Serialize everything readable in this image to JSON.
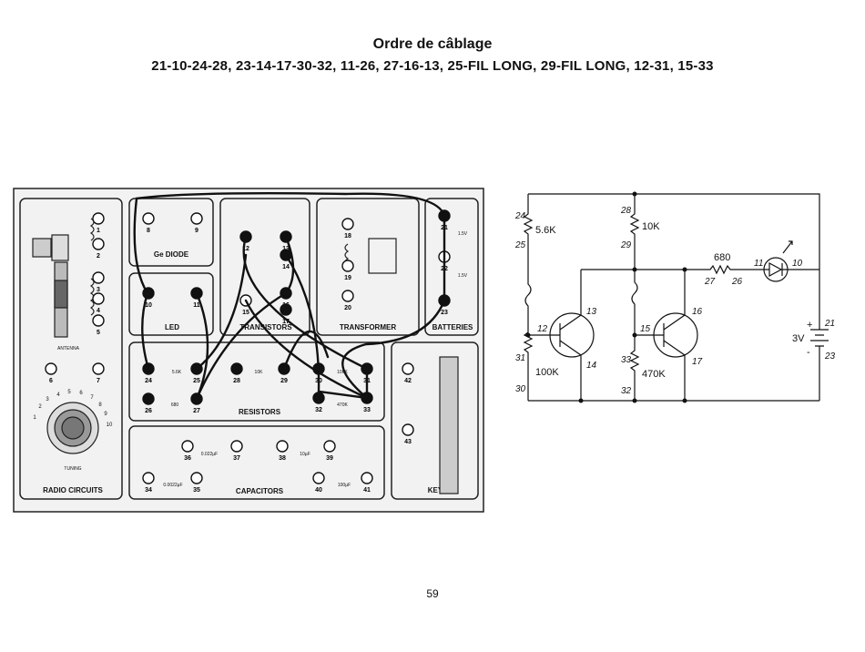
{
  "header": {
    "title": "Ordre de câblage",
    "wiring_order": "21-10-24-28, 23-14-17-30-32, 11-26, 27-16-13, 25-FIL LONG, 29-FIL LONG, 12-31, 15-33"
  },
  "board": {
    "sections": {
      "radio": "RADIO CIRCUITS",
      "diode": "Ge DIODE",
      "led": "LED",
      "transistors": "TRANSISTORS",
      "transformer": "TRANSFORMER",
      "batteries": "BATTERIES",
      "resistors": "RESISTORS",
      "capacitors": "CAPACITORS",
      "key": "KEY",
      "antenna": "ANTENNA",
      "tuning": "TUNING"
    },
    "battery_labels": [
      "1.5V",
      "1.5V"
    ],
    "resistor_values": [
      "5.6K",
      "10K",
      "100K",
      "680",
      "470K"
    ],
    "capacitor_values": [
      "0.022µF",
      "10µF",
      "0.0022µF",
      "100µF"
    ],
    "dial_numbers": [
      "1",
      "2",
      "3",
      "4",
      "5",
      "6",
      "7",
      "8",
      "9",
      "10"
    ],
    "terminals": [
      "1",
      "2",
      "3",
      "4",
      "5",
      "6",
      "7",
      "8",
      "9",
      "10",
      "11",
      "12",
      "13",
      "14",
      "15",
      "16",
      "17",
      "18",
      "19",
      "20",
      "21",
      "22",
      "23",
      "24",
      "25",
      "26",
      "27",
      "28",
      "29",
      "30",
      "31",
      "32",
      "33",
      "34",
      "35",
      "36",
      "37",
      "38",
      "39",
      "40",
      "41",
      "42",
      "43"
    ]
  },
  "schematic": {
    "r1": "5.6K",
    "r2": "10K",
    "r3": "100K",
    "r4": "470K",
    "r5": "680",
    "battery": "3V",
    "pos": "+",
    "neg": "-",
    "nodes": {
      "n24": "24",
      "n25": "25",
      "n28": "28",
      "n29": "29",
      "n13": "13",
      "n12": "12",
      "n14": "14",
      "n31": "31",
      "n30": "30",
      "n16": "16",
      "n15": "15",
      "n17": "17",
      "n33": "33",
      "n32": "32",
      "n27": "27",
      "n26": "26",
      "n11": "11",
      "n10": "10",
      "n21": "21",
      "n23": "23"
    }
  },
  "footer": {
    "page_number": "59"
  }
}
